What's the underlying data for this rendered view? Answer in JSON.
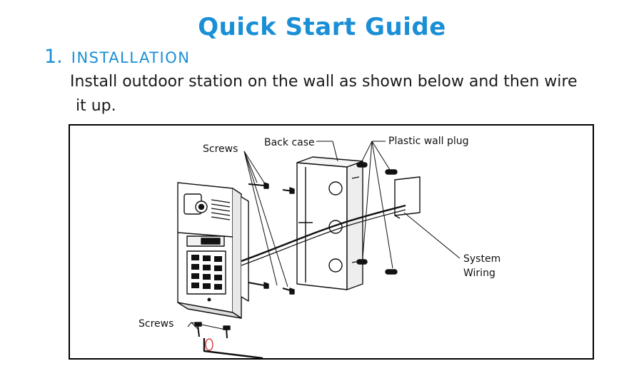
{
  "title": "Quick Start Guide",
  "section": {
    "number": "1.",
    "heading": "INSTALLATION"
  },
  "instruction": {
    "line1": "Install outdoor station on the wall as shown below and then wire",
    "line2": "it up."
  },
  "diagram": {
    "labels": {
      "screws_top": "Screws",
      "back_case": "Back case",
      "plastic_wall_plug": "Plastic wall plug",
      "system_wiring_1": "System",
      "system_wiring_2": "Wiring",
      "screws_bottom": "Screws"
    }
  },
  "colors": {
    "accent": "#1a8fd6"
  }
}
